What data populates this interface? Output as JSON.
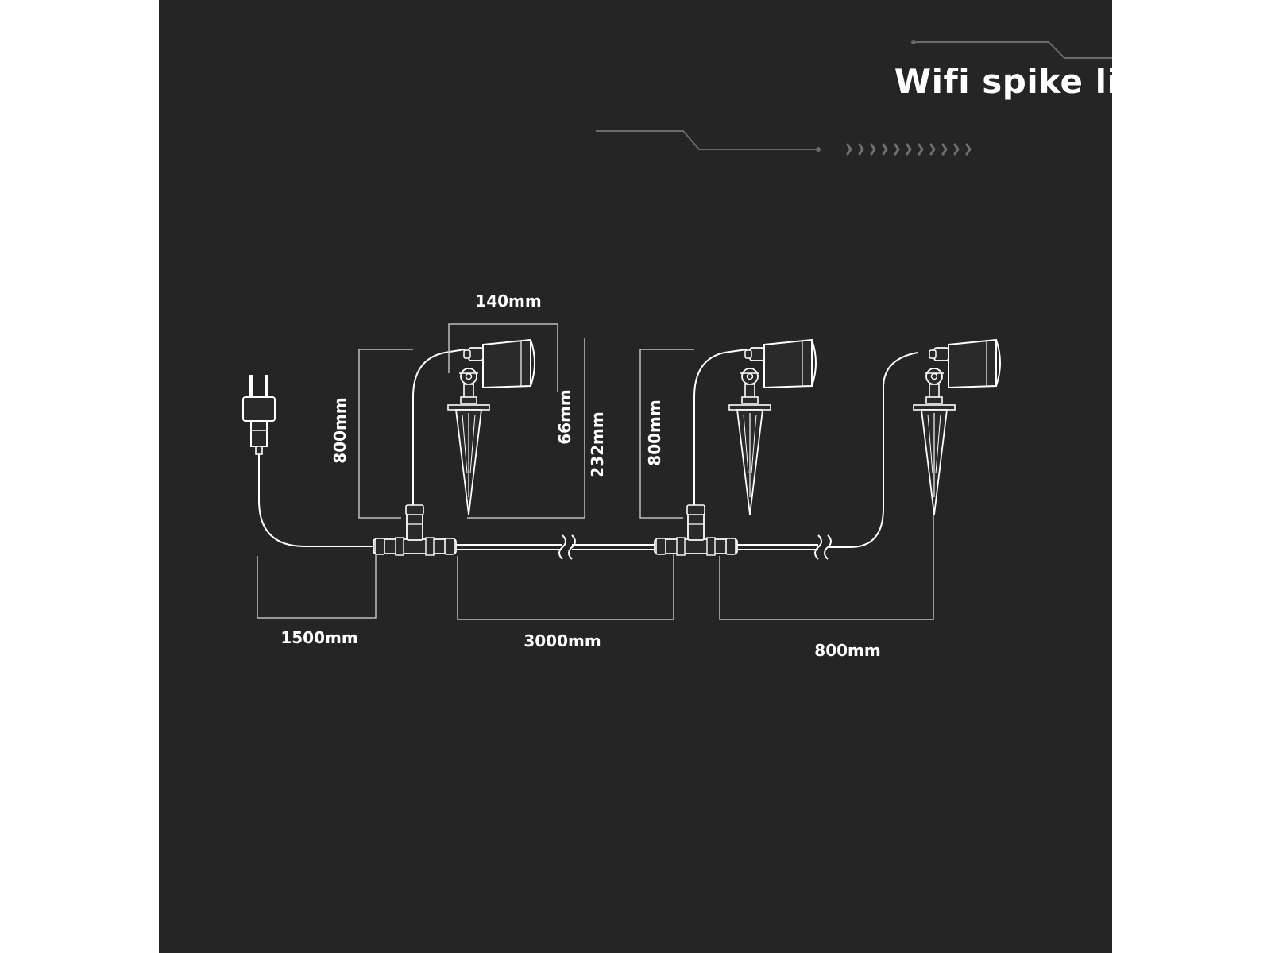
{
  "header": {
    "title": "Wifi spike light"
  },
  "dimensions": {
    "lamp_width": "140mm",
    "lamp_height": "66mm",
    "total_height": "232mm",
    "branch_height_1": "800mm",
    "branch_height_2": "800mm",
    "lead_cable": "1500mm",
    "segment_1": "3000mm",
    "segment_2": "800mm"
  },
  "colors": {
    "background": "#252525",
    "line": "#ffffff",
    "dim_line": "#bfbfbf",
    "deco": "#6a6a6a"
  }
}
